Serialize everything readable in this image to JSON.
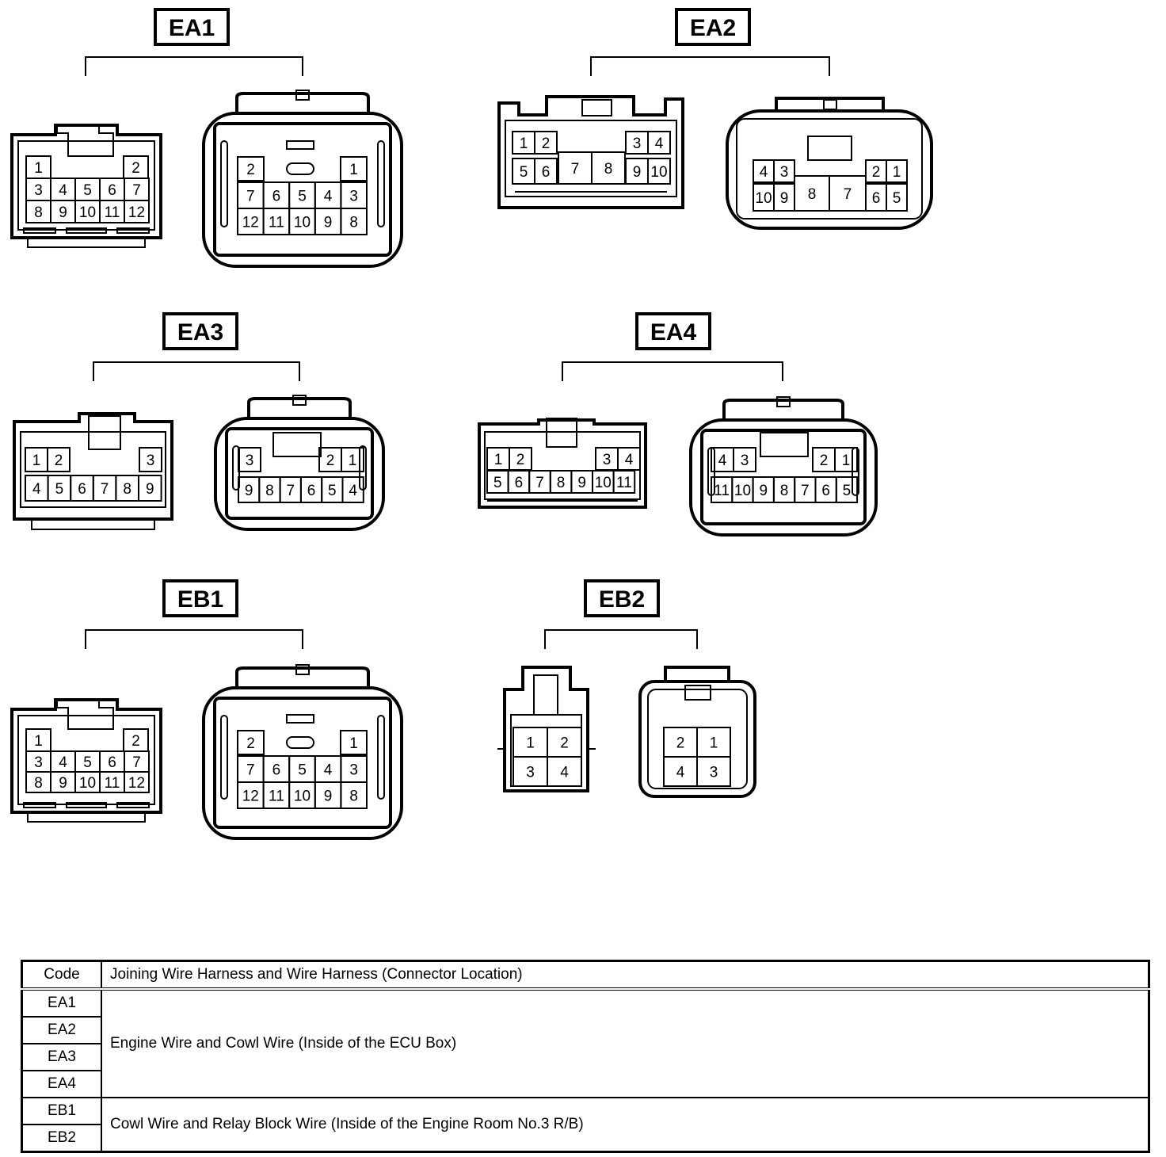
{
  "connectors": [
    {
      "code": "EA1",
      "left_pins": [
        "1",
        "2",
        "3",
        "4",
        "5",
        "6",
        "7",
        "8",
        "9",
        "10",
        "11",
        "12"
      ],
      "right_pins": [
        "2",
        "1",
        "7",
        "6",
        "5",
        "4",
        "3",
        "12",
        "11",
        "10",
        "9",
        "8"
      ]
    },
    {
      "code": "EA2",
      "left_pins": [
        "1",
        "2",
        "3",
        "4",
        "5",
        "6",
        "7",
        "8",
        "9",
        "10"
      ],
      "right_pins": [
        "4",
        "3",
        "2",
        "1",
        "10",
        "9",
        "8",
        "7",
        "6",
        "5"
      ]
    },
    {
      "code": "EA3",
      "left_pins": [
        "1",
        "2",
        "3",
        "4",
        "5",
        "6",
        "7",
        "8",
        "9"
      ],
      "right_pins": [
        "3",
        "2",
        "1",
        "9",
        "8",
        "7",
        "6",
        "5",
        "4"
      ]
    },
    {
      "code": "EA4",
      "left_pins": [
        "1",
        "2",
        "3",
        "4",
        "5",
        "6",
        "7",
        "8",
        "9",
        "10",
        "11"
      ],
      "right_pins": [
        "4",
        "3",
        "2",
        "1",
        "11",
        "10",
        "9",
        "8",
        "7",
        "6",
        "5"
      ]
    },
    {
      "code": "EB1",
      "left_pins": [
        "1",
        "2",
        "3",
        "4",
        "5",
        "6",
        "7",
        "8",
        "9",
        "10",
        "11",
        "12"
      ],
      "right_pins": [
        "2",
        "1",
        "7",
        "6",
        "5",
        "4",
        "3",
        "12",
        "11",
        "10",
        "9",
        "8"
      ]
    },
    {
      "code": "EB2",
      "left_pins": [
        "1",
        "2",
        "3",
        "4"
      ],
      "right_pins": [
        "2",
        "1",
        "4",
        "3"
      ]
    }
  ],
  "table": {
    "header_code": "Code",
    "header_desc": "Joining Wire Harness and Wire Harness (Connector Location)",
    "codes": [
      "EA1",
      "EA2",
      "EA3",
      "EA4",
      "EB1",
      "EB2"
    ],
    "desc_ea": "Engine Wire and Cowl Wire (Inside of the ECU Box)",
    "desc_eb": "Cowl Wire and Relay Block Wire (Inside of the Engine Room No.3 R/B)"
  }
}
